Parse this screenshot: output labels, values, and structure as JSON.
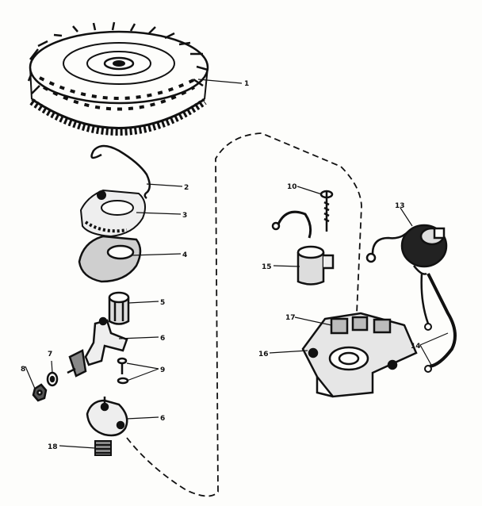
{
  "diagram": {
    "colors": {
      "ink": "#111111",
      "paper": "#fdfdfb",
      "gasket": "#cfcfcf"
    },
    "callouts": [
      {
        "id": "c1",
        "label": "1"
      },
      {
        "id": "c2",
        "label": "2"
      },
      {
        "id": "c3",
        "label": "3"
      },
      {
        "id": "c4",
        "label": "4"
      },
      {
        "id": "c5",
        "label": "5"
      },
      {
        "id": "c6",
        "label": "6"
      },
      {
        "id": "c7",
        "label": "7"
      },
      {
        "id": "c8",
        "label": "8"
      },
      {
        "id": "c9",
        "label": "9"
      },
      {
        "id": "c10",
        "label": "6"
      },
      {
        "id": "c11",
        "label": "18"
      },
      {
        "id": "c12",
        "label": "10"
      },
      {
        "id": "c13",
        "label": "15"
      },
      {
        "id": "c14",
        "label": "13"
      },
      {
        "id": "c15",
        "label": "17"
      },
      {
        "id": "c16",
        "label": "16"
      },
      {
        "id": "c17",
        "label": "14"
      }
    ]
  }
}
